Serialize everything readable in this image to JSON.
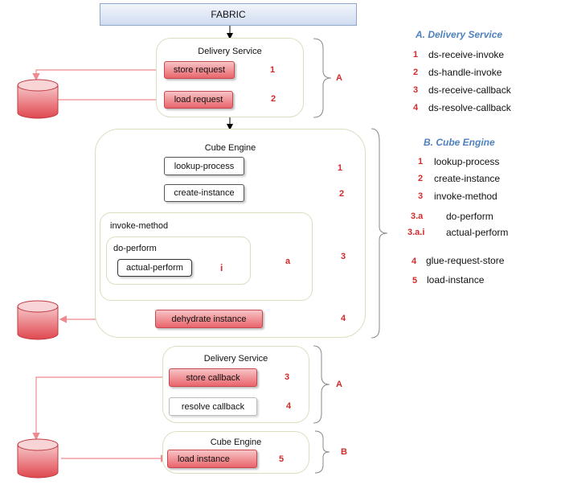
{
  "fabric": {
    "label": "FABRIC"
  },
  "delivery_top": {
    "title": "Delivery Service",
    "store_request": "store request",
    "load_request": "load request",
    "n1": "1",
    "n2": "2",
    "brace": "A"
  },
  "cube_engine": {
    "title": "Cube Engine",
    "lookup_process": "lookup-process",
    "create_instance": "create-instance",
    "invoke_method": "invoke-method",
    "do_perform": "do-perform",
    "actual_perform": "actual-perform",
    "dehydrate_instance": "dehydrate instance",
    "n1": "1",
    "n2": "2",
    "n3": "3",
    "n4": "4",
    "na": "a",
    "ni": "i"
  },
  "delivery_bottom": {
    "title": "Delivery Service",
    "store_callback": "store callback",
    "resolve_callback": "resolve callback",
    "n3": "3",
    "n4": "4",
    "brace": "A"
  },
  "cube_bottom": {
    "title": "Cube Engine",
    "load_instance": "load instance",
    "n5": "5",
    "brace": "B"
  },
  "legend": {
    "a_title": "A. Delivery Service",
    "a_items": [
      {
        "num": "1",
        "label": "ds-receive-invoke"
      },
      {
        "num": "2",
        "label": "ds-handle-invoke"
      },
      {
        "num": "3",
        "label": "ds-receive-callback"
      },
      {
        "num": "4",
        "label": "ds-resolve-callback"
      }
    ],
    "b_title": "B. Cube Engine",
    "b_items": [
      {
        "num": "1",
        "label": "lookup-process"
      },
      {
        "num": "2",
        "label": "create-instance"
      },
      {
        "num": "3",
        "label": "invoke-method"
      },
      {
        "num": "3.a",
        "label": "do-perform"
      },
      {
        "num": "3.a.i",
        "label": "actual-perform"
      },
      {
        "num": "4",
        "label": "glue-request-store"
      },
      {
        "num": "5",
        "label": "load-instance"
      }
    ]
  },
  "colors": {
    "accent_red": "#e9656c",
    "legend_blue": "#4f81bd",
    "number_red": "#d42a2a"
  }
}
